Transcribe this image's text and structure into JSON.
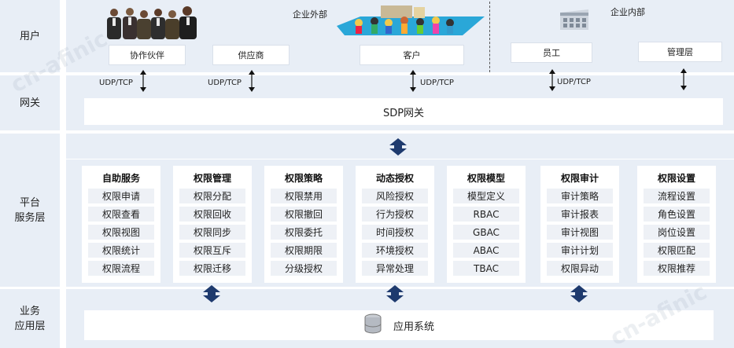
{
  "layers": {
    "user": "用户",
    "gateway": "网关",
    "platform_line1": "平台",
    "platform_line2": "服务层",
    "app_line1": "业务",
    "app_line2": "应用层"
  },
  "regions": {
    "external": "企业外部",
    "internal": "企业内部"
  },
  "users": {
    "partner": "协作伙伴",
    "supplier": "供应商",
    "customer": "客户",
    "employee": "员工",
    "manager": "管理层"
  },
  "protocol": "UDP/TCP",
  "gateway_title": "SDP网关",
  "modules": [
    {
      "title": "自助服务",
      "items": [
        "权限申请",
        "权限查看",
        "权限视图",
        "权限统计",
        "权限流程"
      ]
    },
    {
      "title": "权限管理",
      "items": [
        "权限分配",
        "权限回收",
        "权限同步",
        "权限互斥",
        "权限迁移"
      ]
    },
    {
      "title": "权限策略",
      "items": [
        "权限禁用",
        "权限撤回",
        "权限委托",
        "权限期限",
        "分级授权"
      ]
    },
    {
      "title": "动态授权",
      "items": [
        "风险授权",
        "行为授权",
        "时间授权",
        "环境授权",
        "异常处理"
      ]
    },
    {
      "title": "权限模型",
      "items": [
        "模型定义",
        "RBAC",
        "GBAC",
        "ABAC",
        "TBAC"
      ]
    },
    {
      "title": "权限审计",
      "items": [
        "审计策略",
        "审计报表",
        "审计视图",
        "审计计划",
        "权限异动"
      ]
    },
    {
      "title": "权限设置",
      "items": [
        "流程设置",
        "角色设置",
        "岗位设置",
        "权限匹配",
        "权限推荐"
      ]
    }
  ],
  "app_system": "应用系统",
  "watermark": "cn-afinic",
  "colors": {
    "band": "#e8eef6",
    "arrow": "#1e3a6e",
    "item_bg": "#eef1f6"
  },
  "icons": {
    "people": "business-people-icon",
    "customers": "customer-crowd-icon",
    "building": "office-building-icon",
    "database": "database-icon"
  }
}
